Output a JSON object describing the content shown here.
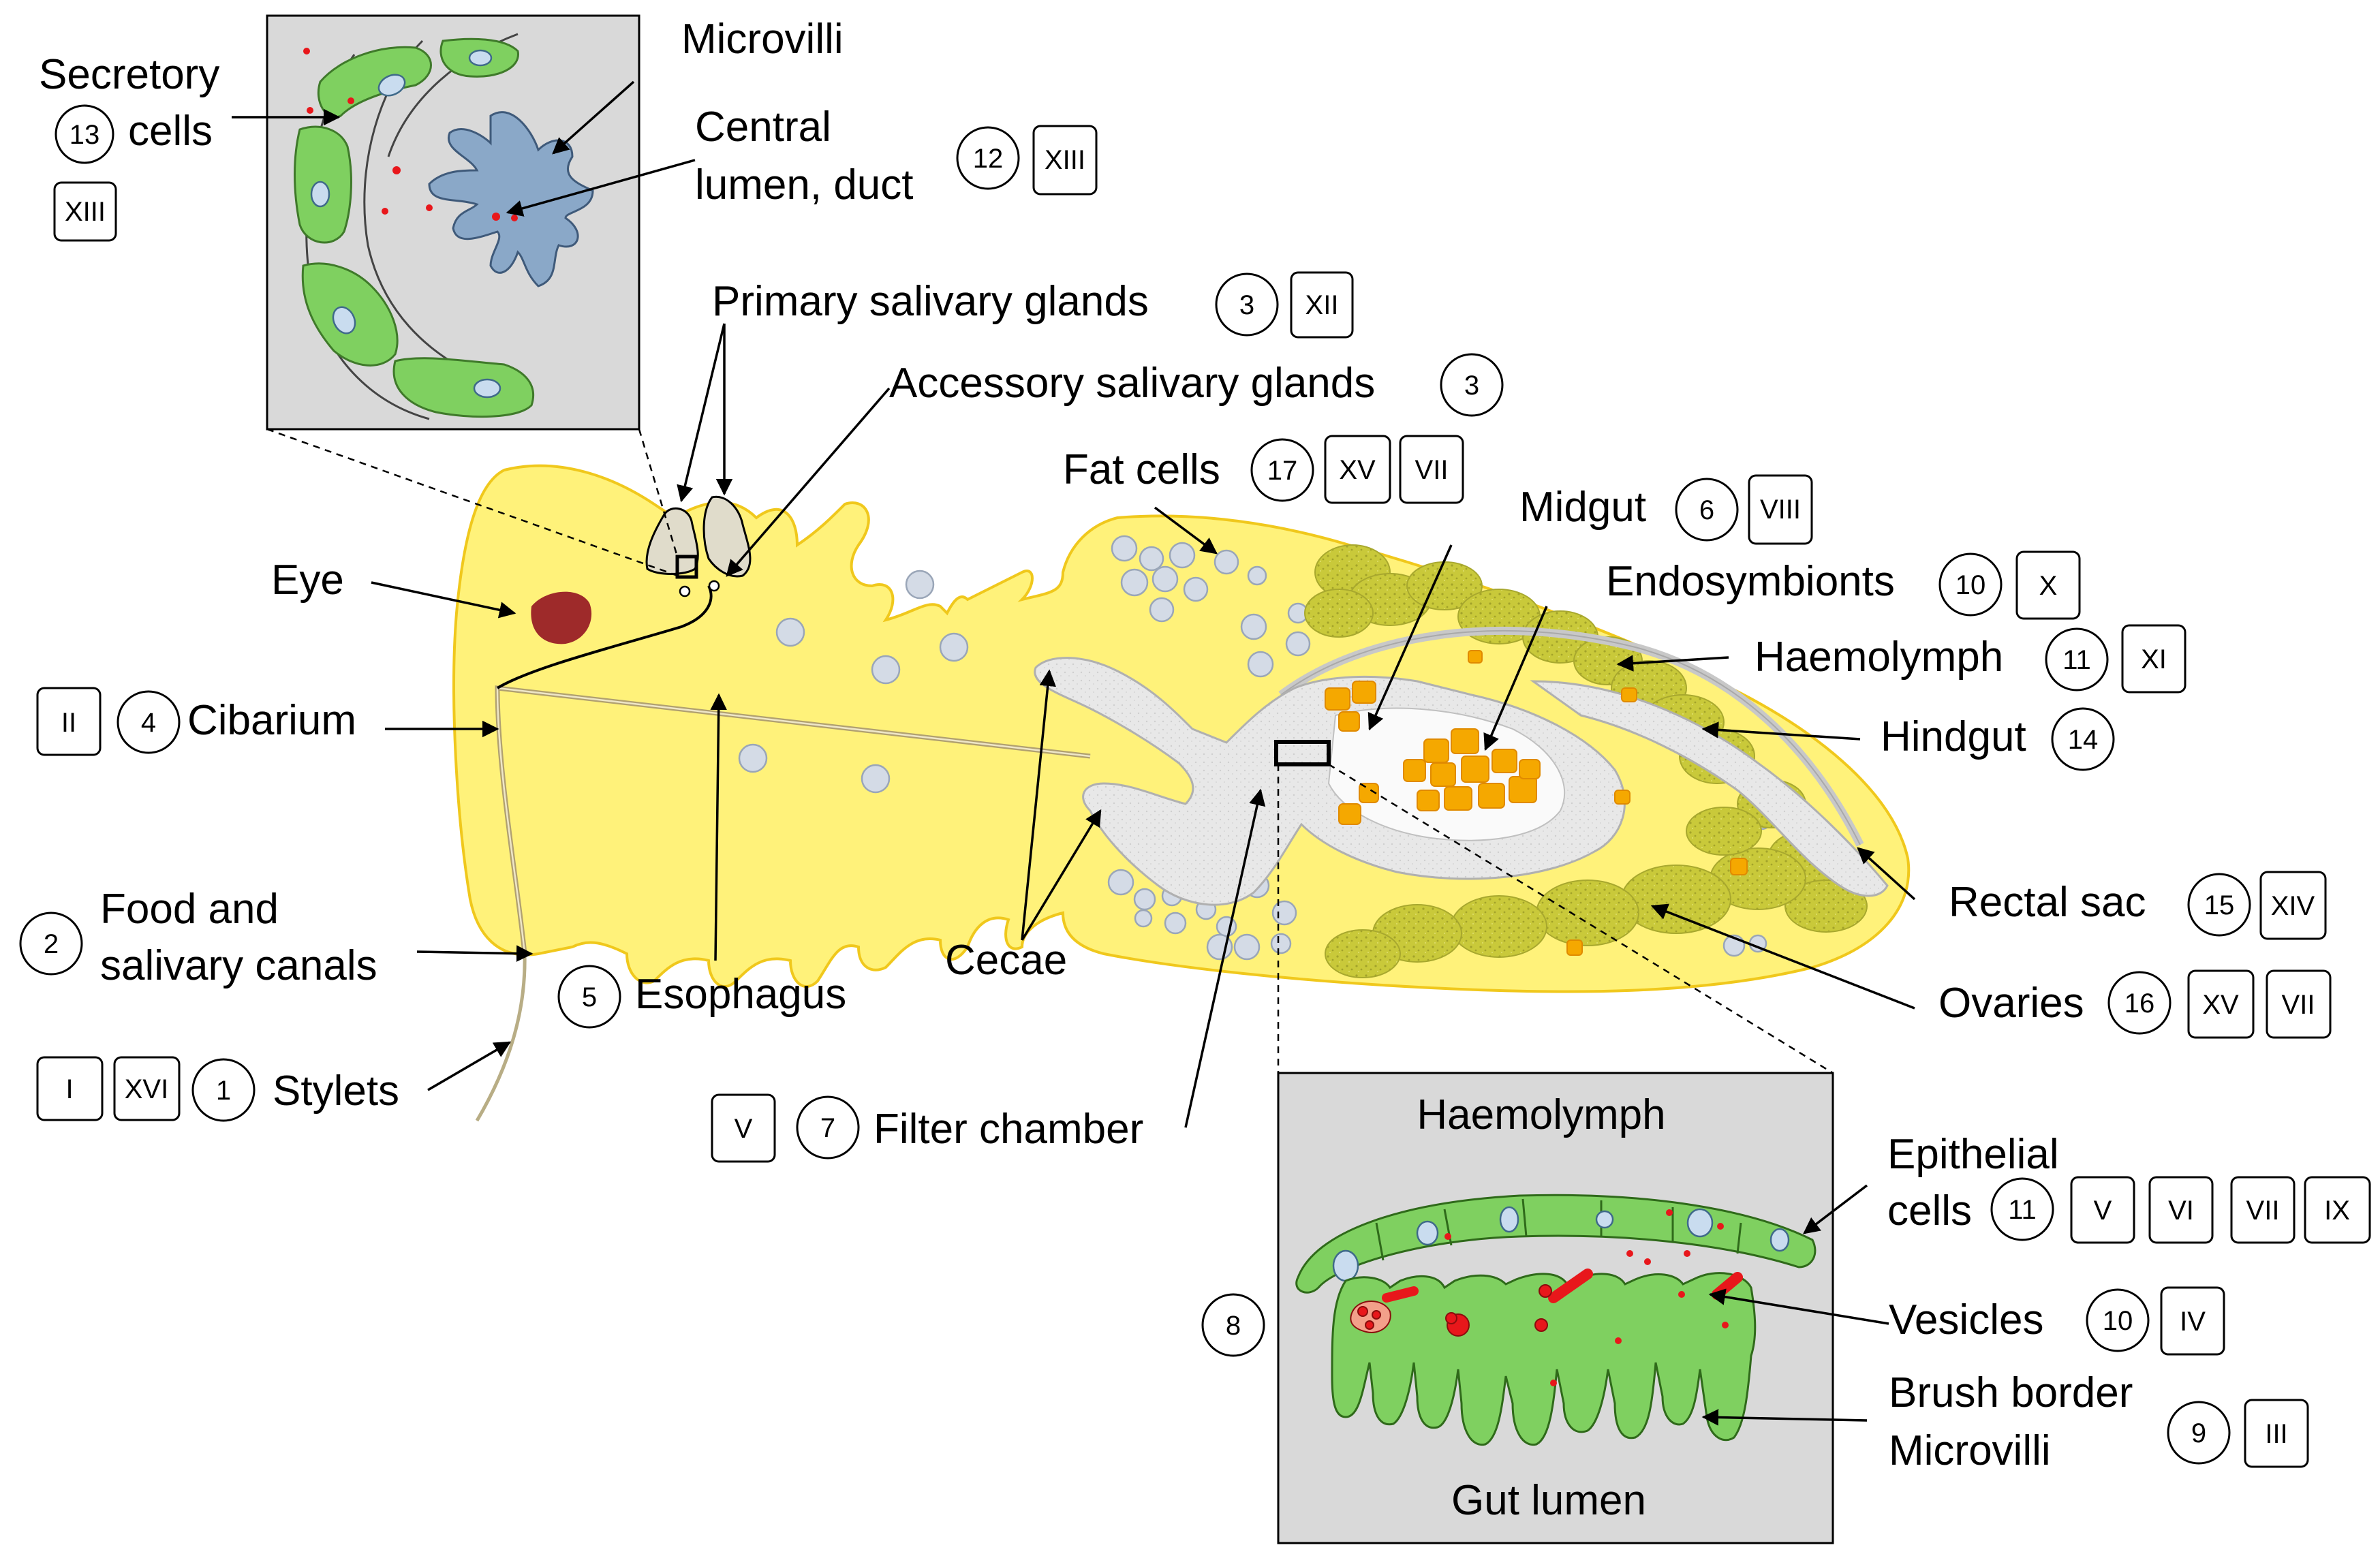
{
  "labels": {
    "secretory_line1": "Secretory",
    "secretory_line2": "cells",
    "microvilli": "Microvilli",
    "central_lumen_line1": "Central",
    "central_lumen_line2": "lumen, duct",
    "primary_salivary": "Primary salivary glands",
    "accessory_salivary": "Accessory salivary glands",
    "fat_cells": "Fat cells",
    "midgut": "Midgut",
    "endosymbionts": "Endosymbionts",
    "haemolymph": "Haemolymph",
    "hindgut": "Hindgut",
    "eye": "Eye",
    "cibarium": "Cibarium",
    "food_line1": "Food and",
    "food_line2": "salivary canals",
    "esophagus": "Esophagus",
    "cecae": "Cecae",
    "rectal_sac": "Rectal sac",
    "ovaries": "Ovaries",
    "stylets": "Stylets",
    "filter_chamber": "Filter chamber",
    "inset_haemolymph": "Haemolymph",
    "inset_gut_lumen": "Gut lumen",
    "epithelial_line1": "Epithelial",
    "epithelial_line2": "cells",
    "vesicles": "Vesicles",
    "brush_line1": "Brush border",
    "brush_line2": "Microvilli"
  },
  "numbers": {
    "secretory": "13",
    "central_lumen": "12",
    "primary_salivary": "3",
    "accessory_salivary": "3",
    "fat_cells": "17",
    "midgut": "6",
    "endosymbionts": "10",
    "haemolymph": "11",
    "hindgut": "14",
    "cibarium": "4",
    "food": "2",
    "esophagus": "5",
    "rectal_sac": "15",
    "ovaries": "16",
    "stylets": "1",
    "filter_chamber": "7",
    "inset": "8",
    "epithelial": "11",
    "vesicles": "10",
    "brush": "9"
  },
  "romans": {
    "secretory": "XIII",
    "central_lumen": "XIII",
    "primary_salivary": "XII",
    "fat_cells_1": "XV",
    "fat_cells_2": "VII",
    "midgut": "VIII",
    "endosymbionts": "X",
    "haemolymph": "XI",
    "cibarium": "II",
    "rectal_sac": "XIV",
    "ovaries_1": "XV",
    "ovaries_2": "VII",
    "stylets_1": "I",
    "stylets_2": "XVI",
    "filter_chamber": "V",
    "epithelial_1": "V",
    "epithelial_2": "VI",
    "epithelial_3": "VII",
    "epithelial_4": "IX",
    "vesicles": "IV",
    "brush": "III"
  },
  "colors": {
    "body": "#fff27a",
    "body_edge": "#f0c81c",
    "gut": "#e6e6e6",
    "fat_cell": "#d4dbe6",
    "ovary": "#c8c83c",
    "endosymbiont": "#f5a800",
    "eye": "#9e2a2a",
    "epithelium": "#70c850",
    "duct": "#8aa8c8",
    "panel": "#d9d9d9",
    "particle": "#e8171b"
  }
}
